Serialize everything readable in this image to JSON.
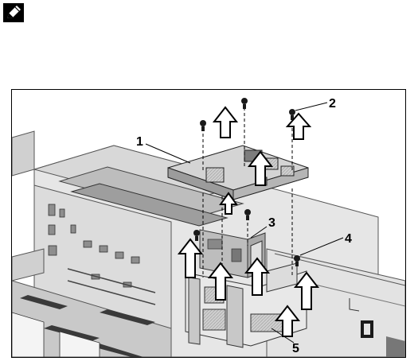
{
  "figure": {
    "note_icon": "note-pencil-icon",
    "callouts": {
      "c1": "1",
      "c2": "2",
      "c3": "3",
      "c4": "4",
      "c5": "5"
    }
  }
}
